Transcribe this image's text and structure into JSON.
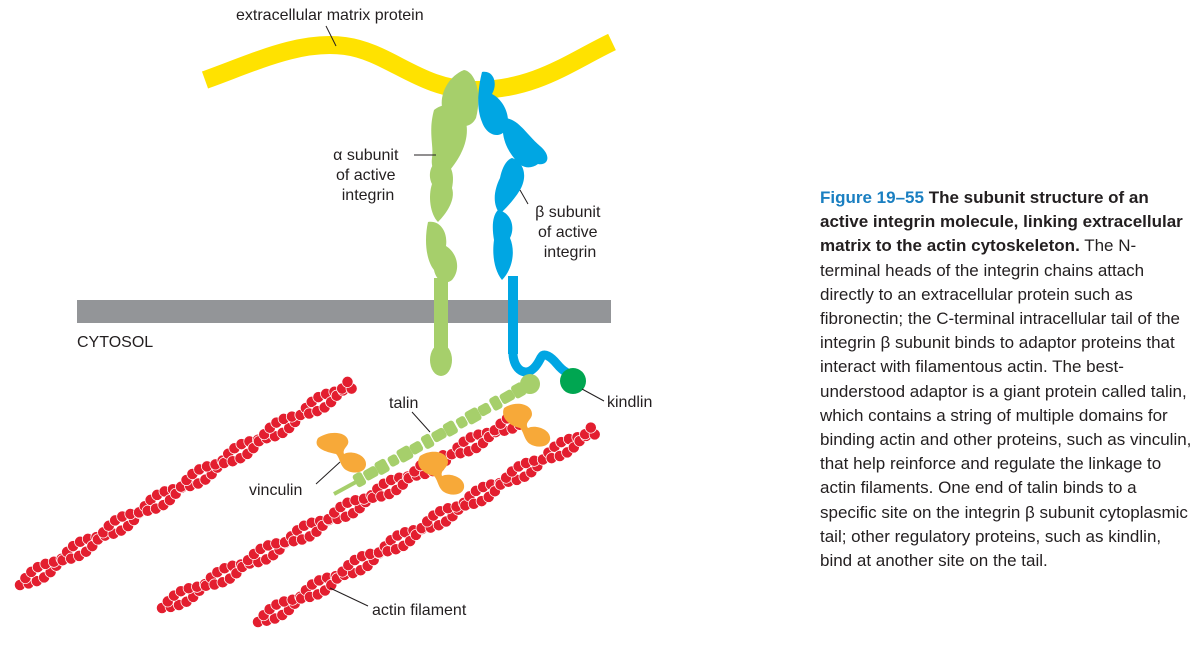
{
  "labels": {
    "ecm": "extracellular matrix protein",
    "alpha": [
      "α subunit",
      "of active",
      "integrin"
    ],
    "beta": [
      "β subunit",
      "of active",
      "integrin"
    ],
    "cytosol": "CYTOSOL",
    "talin": "talin",
    "kindlin": "kindlin",
    "vinculin": "vinculin",
    "actin": "actin filament"
  },
  "caption": {
    "figure_number": "Figure 19–55",
    "title": "The subunit structure of an active integrin molecule, linking extracellular matrix to the actin cytoskeleton.",
    "body": "The N-terminal heads of the integrin chains attach directly to an extracellular protein such as fibronectin; the C-terminal intracellular tail of the integrin β subunit binds to adaptor proteins that interact with filamentous actin. The best-understood adaptor is a giant protein called talin, which contains a string of multiple domains for binding actin and other proteins, such as vinculin, that help reinforce and regulate the linkage to actin filaments. One end of talin binds to a specific site on the integrin β subunit cytoplasmic tail; other regulatory proteins, such as kindlin, bind at another site on the tail."
  },
  "colors": {
    "ecm": "#ffe200",
    "alpha_integrin": "#a6cf6b",
    "beta_integrin": "#00a6e3",
    "membrane": "#939598",
    "actin": "#e31e2f",
    "vinculin": "#f7a939",
    "kindlin": "#00a651",
    "talin": "#a6cf6b",
    "figure_number": "#1a7fc1"
  }
}
